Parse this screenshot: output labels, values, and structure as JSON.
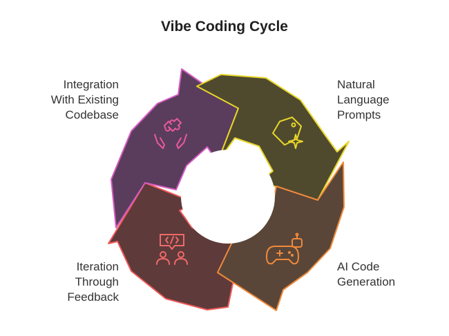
{
  "title": "Vibe Coding Cycle",
  "segments": [
    {
      "id": "natural-language-prompts",
      "lines": [
        "Natural",
        "Language",
        "Prompts"
      ],
      "icon": "tag-sparkle-icon",
      "fill": "#4f4a2e",
      "stroke": "#e8d62a"
    },
    {
      "id": "ai-code-generation",
      "lines": [
        "AI Code",
        "Generation"
      ],
      "icon": "robot-gamepad-icon",
      "fill": "#5a4638",
      "stroke": "#f08a3c"
    },
    {
      "id": "iteration-through-feedback",
      "lines": [
        "Iteration",
        "Through",
        "Feedback"
      ],
      "icon": "code-review-people-icon",
      "fill": "#5f3a3a",
      "stroke": "#f05a5a"
    },
    {
      "id": "integration-existing-codebase",
      "lines": [
        "Integration",
        "With Existing",
        "Codebase"
      ],
      "icon": "puzzle-hands-icon",
      "fill": "#5a3d5c",
      "stroke": "#d65cc2"
    }
  ]
}
